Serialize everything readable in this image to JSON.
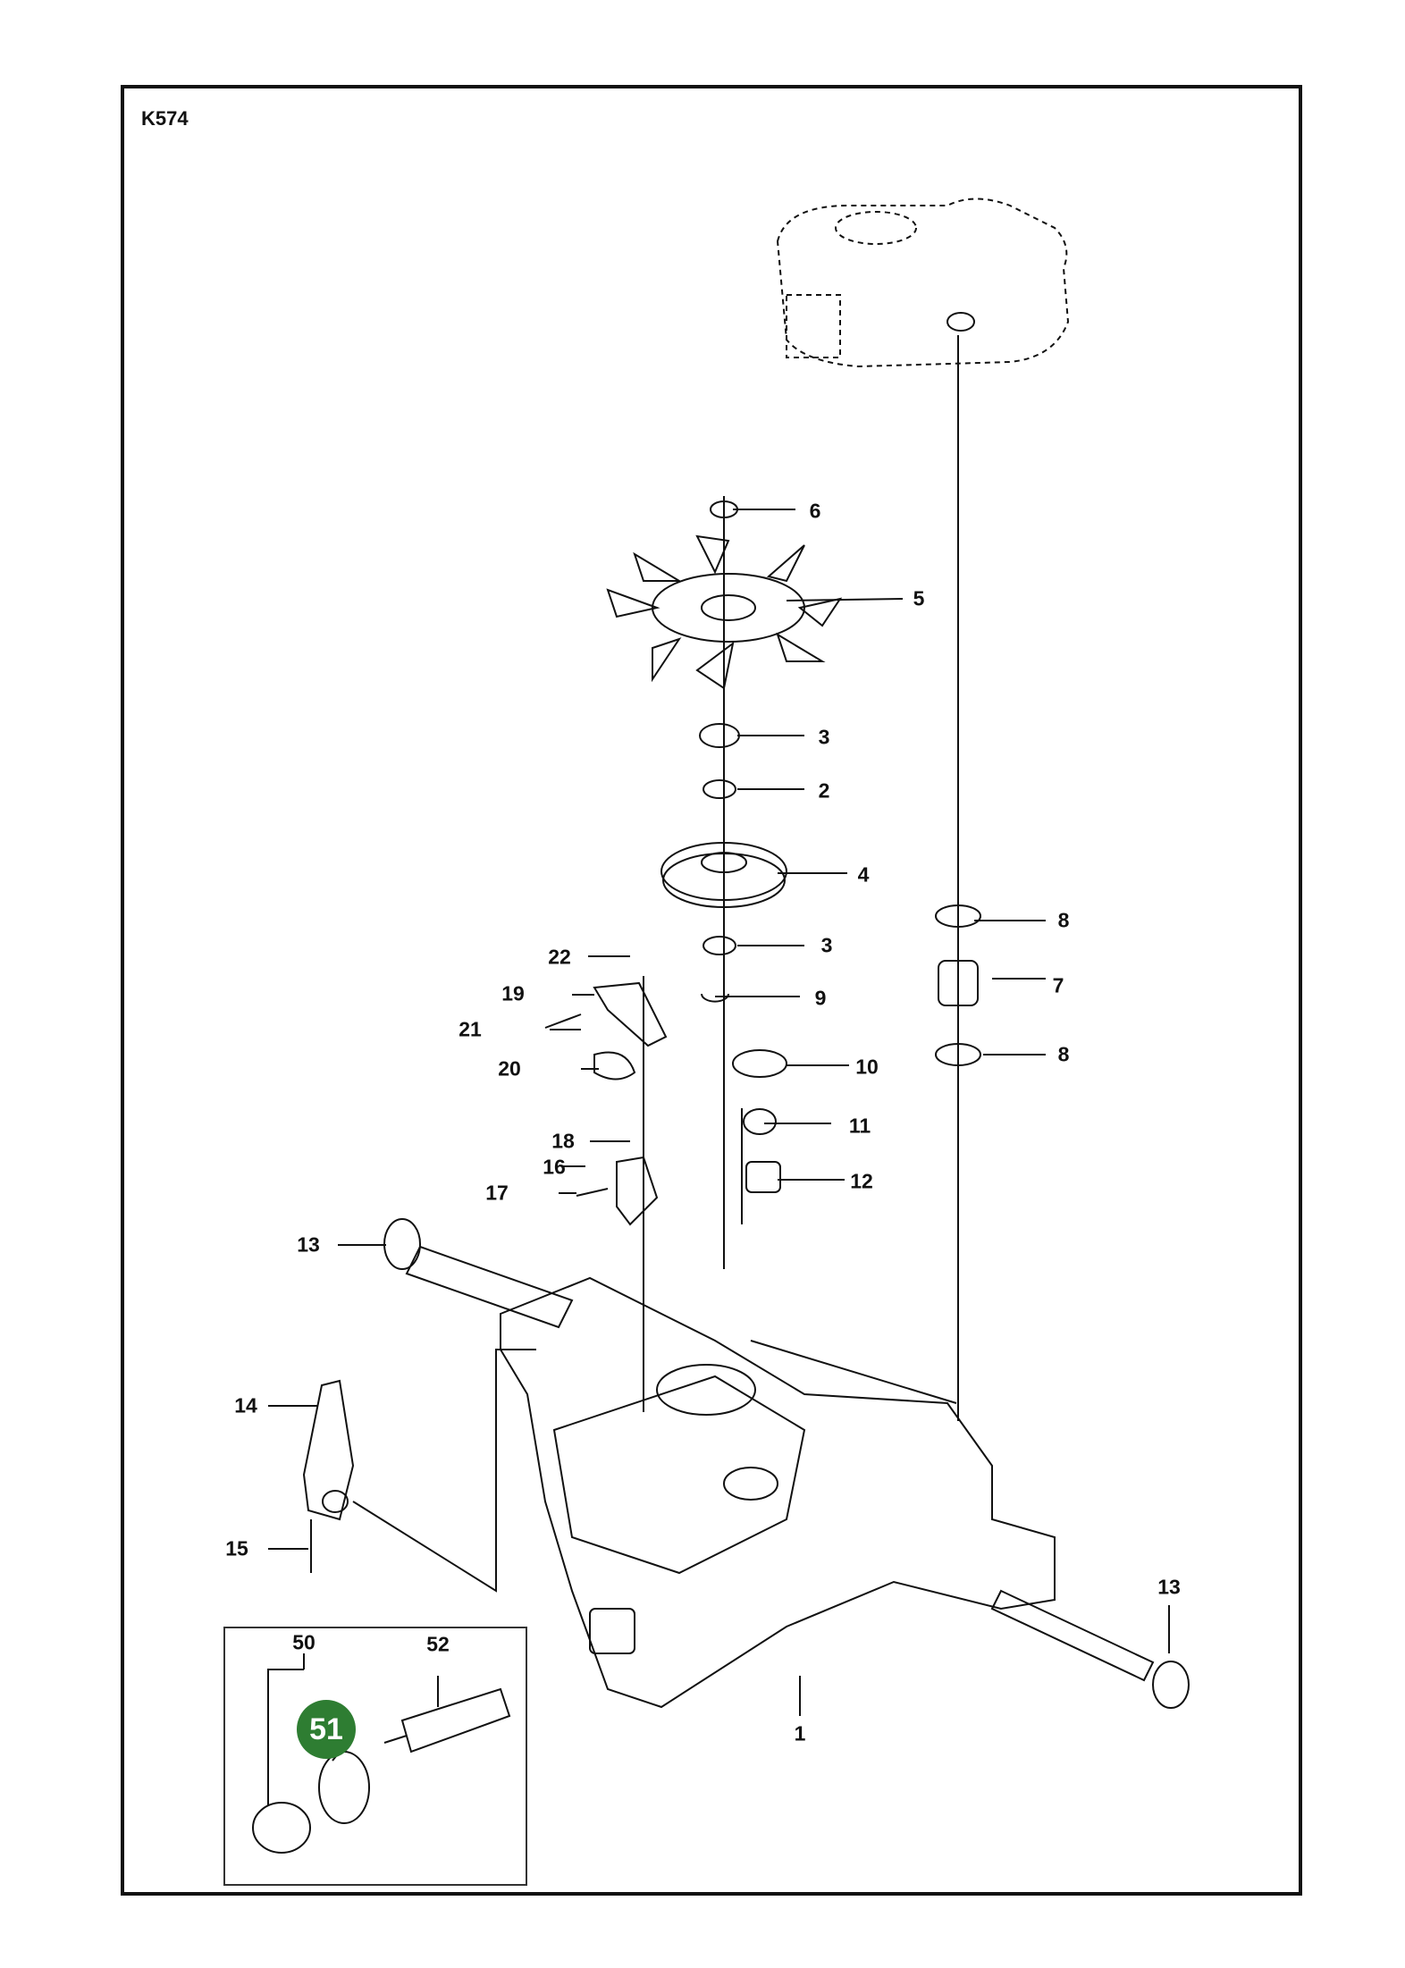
{
  "diagram": {
    "code": "K574",
    "highlight_color": "#2e7d32",
    "highlight_label": "51",
    "callouts": [
      "6",
      "5",
      "3",
      "2",
      "4",
      "3",
      "8",
      "22",
      "19",
      "21",
      "9",
      "7",
      "20",
      "10",
      "8",
      "18",
      "11",
      "16",
      "17",
      "12",
      "13",
      "14",
      "15",
      "13",
      "1",
      "50",
      "52"
    ]
  }
}
